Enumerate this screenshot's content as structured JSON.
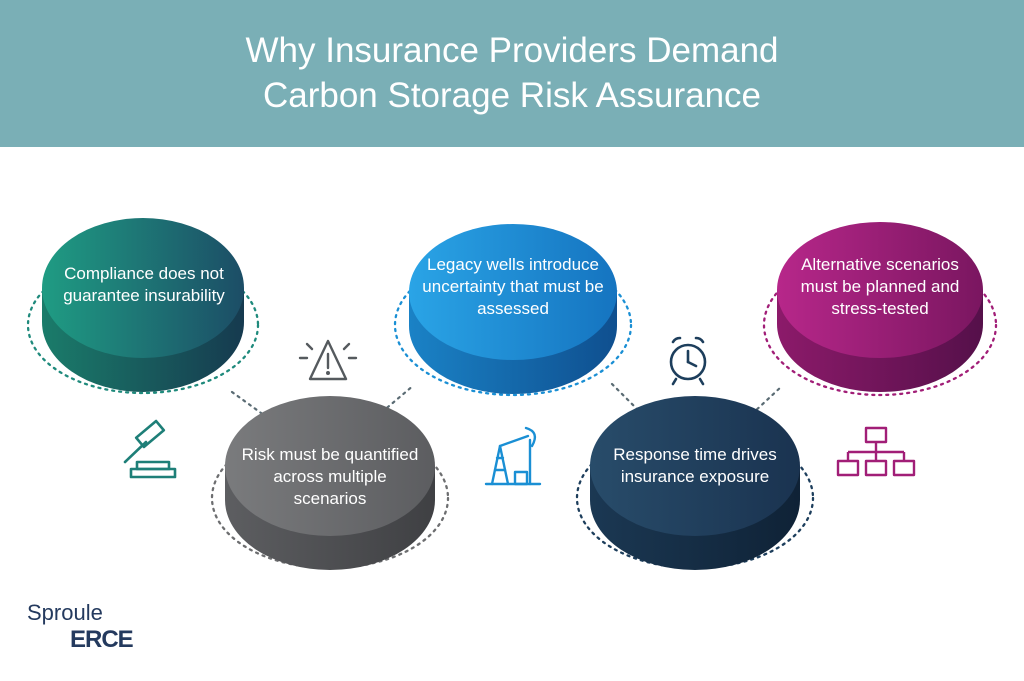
{
  "header": {
    "title_line1": "Why Insurance Providers Demand",
    "title_line2": "Carbon Storage Risk Assurance",
    "background": "#7aafb6"
  },
  "discs": [
    {
      "text": "Compliance does not guarantee insurability",
      "color": "#1e7f78",
      "icon": "gavel-icon"
    },
    {
      "text": "Risk must be quantified across multiple scenarios",
      "color": "#6d6e70",
      "icon": "warning-icon"
    },
    {
      "text": "Legacy wells introduce uncertainty that must be assessed",
      "color": "#1a8fd4",
      "icon": "oil-pump-icon"
    },
    {
      "text": "Response time drives insurance exposure",
      "color": "#1d3e5c",
      "icon": "alarm-clock-icon"
    },
    {
      "text": "Alternative scenarios must be planned and stress-tested",
      "color": "#a11e77",
      "icon": "org-chart-icon"
    }
  ],
  "logo": {
    "top": "Sproule",
    "bottom": "ERCE"
  }
}
